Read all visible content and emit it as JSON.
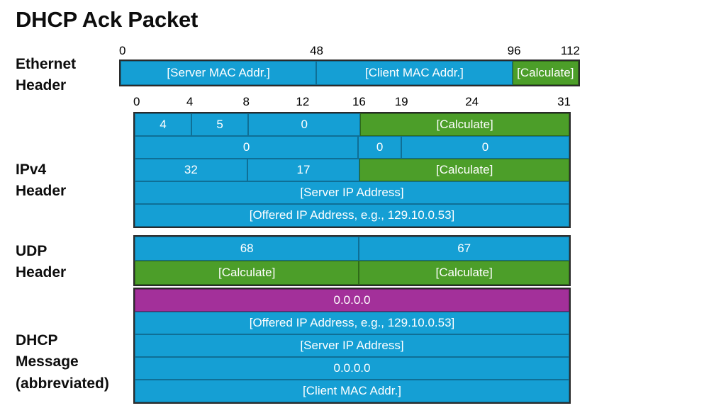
{
  "page": {
    "title": "DHCP Ack Packet",
    "background": "#ffffff",
    "colors": {
      "blue": "#159fd4",
      "green": "#4c9e29",
      "magenta": "#a3309a",
      "border": "#2b2b2b",
      "text": "#0d0d0d"
    }
  },
  "sections": [
    {
      "id": "ethernet",
      "label_line1": "Ethernet",
      "label_line2": "Header",
      "ruler": {
        "ticks": [
          {
            "label": "0",
            "pos": 0
          },
          {
            "label": "48",
            "pos": 48
          },
          {
            "label": "96",
            "pos": 96
          },
          {
            "label": "112",
            "pos": 112
          }
        ],
        "max": 112
      },
      "rows": [
        {
          "cells": [
            {
              "text": "[Server MAC Addr.]",
              "color": "blue",
              "span": 48
            },
            {
              "text": "[Client MAC Addr.]",
              "color": "blue",
              "span": 48
            },
            {
              "text": "[Calculate]",
              "color": "green",
              "span": 16
            }
          ]
        }
      ]
    },
    {
      "id": "ipv4",
      "label_line1": "IPv4",
      "label_line2": "Header",
      "ruler": {
        "ticks": [
          {
            "label": "0",
            "pos": 0
          },
          {
            "label": "4",
            "pos": 4
          },
          {
            "label": "8",
            "pos": 8
          },
          {
            "label": "12",
            "pos": 12
          },
          {
            "label": "16",
            "pos": 16
          },
          {
            "label": "19",
            "pos": 19
          },
          {
            "label": "24",
            "pos": 24
          },
          {
            "label": "31",
            "pos": 31
          }
        ],
        "max": 31
      },
      "rows": [
        {
          "cells": [
            {
              "text": "4",
              "color": "blue",
              "span": 4
            },
            {
              "text": "5",
              "color": "blue",
              "span": 4
            },
            {
              "text": "0",
              "color": "blue",
              "span": 8
            },
            {
              "text": "[Calculate]",
              "color": "green",
              "span": 15
            }
          ]
        },
        {
          "cells": [
            {
              "text": "0",
              "color": "blue",
              "span": 16
            },
            {
              "text": "0",
              "color": "blue",
              "span": 3
            },
            {
              "text": "0",
              "color": "blue",
              "span": 12
            }
          ]
        },
        {
          "cells": [
            {
              "text": "32",
              "color": "blue",
              "span": 8
            },
            {
              "text": "17",
              "color": "blue",
              "span": 8
            },
            {
              "text": "[Calculate]",
              "color": "green",
              "span": 15
            }
          ]
        },
        {
          "cells": [
            {
              "text": "[Server IP Address]",
              "color": "blue",
              "span": 31
            }
          ]
        },
        {
          "cells": [
            {
              "text": "[Offered IP Address, e.g., 129.10.0.53]",
              "color": "blue",
              "span": 31
            }
          ]
        }
      ]
    },
    {
      "id": "udp",
      "label_line1": "UDP",
      "label_line2": "Header",
      "ruler": null,
      "rows": [
        {
          "cells": [
            {
              "text": "68",
              "color": "blue",
              "span": 16
            },
            {
              "text": "67",
              "color": "blue",
              "span": 15
            }
          ]
        },
        {
          "cells": [
            {
              "text": "[Calculate]",
              "color": "green",
              "span": 16
            },
            {
              "text": "[Calculate]",
              "color": "green",
              "span": 15
            }
          ]
        }
      ]
    },
    {
      "id": "dhcp",
      "label_line1": "DHCP",
      "label_line2": "Message",
      "label_line3": "(abbreviated)",
      "ruler": null,
      "rows": [
        {
          "cells": [
            {
              "text": "0.0.0.0",
              "color": "magenta",
              "span": 31
            }
          ]
        },
        {
          "cells": [
            {
              "text": "[Offered IP Address, e.g., 129.10.0.53]",
              "color": "blue",
              "span": 31
            }
          ]
        },
        {
          "cells": [
            {
              "text": "[Server IP Address]",
              "color": "blue",
              "span": 31
            }
          ]
        },
        {
          "cells": [
            {
              "text": "0.0.0.0",
              "color": "blue",
              "span": 31
            }
          ]
        },
        {
          "cells": [
            {
              "text": "[Client MAC Addr.]",
              "color": "blue",
              "span": 31
            }
          ]
        }
      ]
    }
  ]
}
